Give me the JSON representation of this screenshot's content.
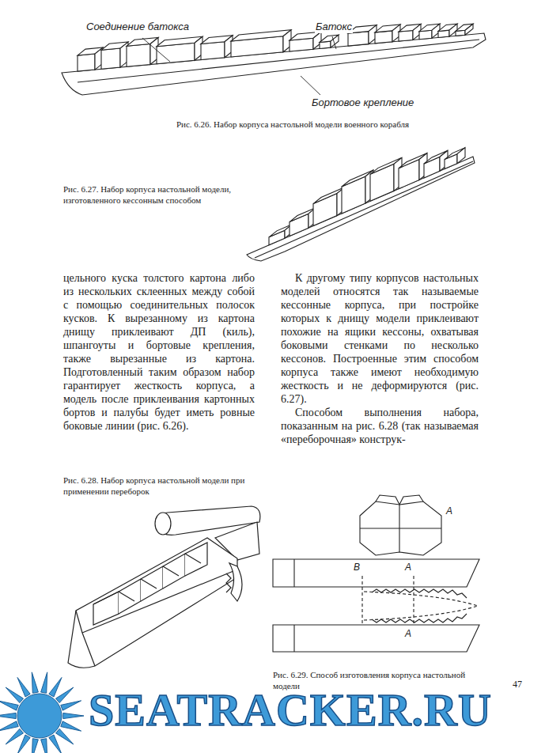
{
  "diagram": {
    "caption": "Рис. 6.26. Набор корпуса настольной модели военного корабля",
    "labels": [
      "Соединение батокса",
      "Батокс",
      "Бортовое крепление",
      "Рис. 6.26. Набор корпуса настольной модели военного корабля",
      "Рис. 6.27. Набор корпуса настольной модели, изготовленного кессонным способом",
      "цельного куска толстого картона либо из нескольких склеенных между собой с помощью соединительных полосок кусков. К вырезанному из картона днищу приклеивают ДП (киль), шпангоуты и бортовые крепления, также вырезанные из картона. Подготовленный таким образом набор гарантирует жесткость корпуса, а модель после приклеивания картонных бортов и палубы будет иметь ровные боковые линии (рис. 6.26).",
      "К другому типу корпусов настольных моделей относятся так называемые кессонные корпуса, при постройке которых к днищу модели приклеивают похожие на ящики кессоны, охватывая боковыми стенками по несколько кессонов. Построенные этим способом корпуса также имеют необходимую жесткость и не деформируются (рис. 6.27).",
      "Способом выполнения набора, показанным на рис. 6.28 (так называемая «переборочная» конструк-",
      "Рис. 6.28. Набор корпуса настольной модели при применении переборок",
      "A",
      "B",
      "A",
      "A",
      "Рис. 6.29. Способ изготовления корпуса настольной модели",
      "47",
      "SEATRACKER.RU"
    ]
  }
}
